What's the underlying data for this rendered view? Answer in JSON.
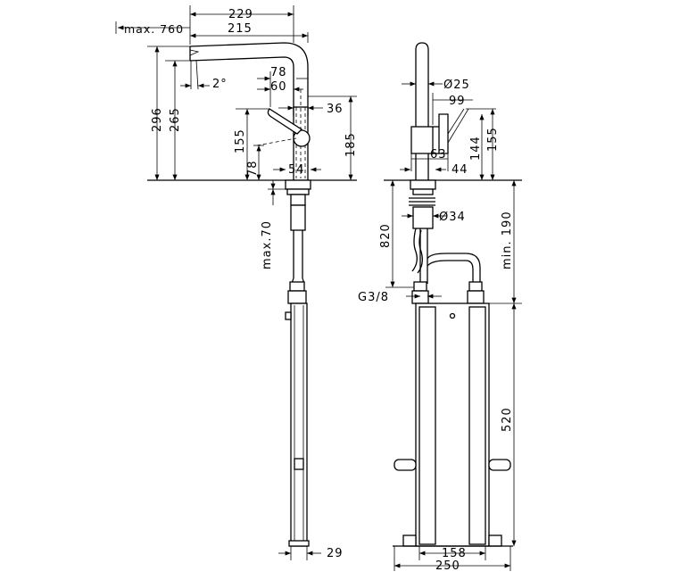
{
  "dimensions": {
    "max_760": "max. 760",
    "d229": "229",
    "d215": "215",
    "d2deg": "2°",
    "d78a": "78",
    "d60": "60",
    "d36": "36",
    "d296": "296",
    "d265": "265",
    "d185": "185",
    "d155a": "155",
    "d78b": "78",
    "d54": "54",
    "max_70": "max.70",
    "d29": "29",
    "dia25": "Ø25",
    "d99": "99",
    "d144": "144",
    "d155b": "155",
    "d63": "63",
    "d44": "44",
    "d820": "820",
    "dia34": "Ø34",
    "min_190": "min. 190",
    "g38": "G3/8",
    "d520": "520",
    "d158": "158",
    "d250": "250"
  }
}
